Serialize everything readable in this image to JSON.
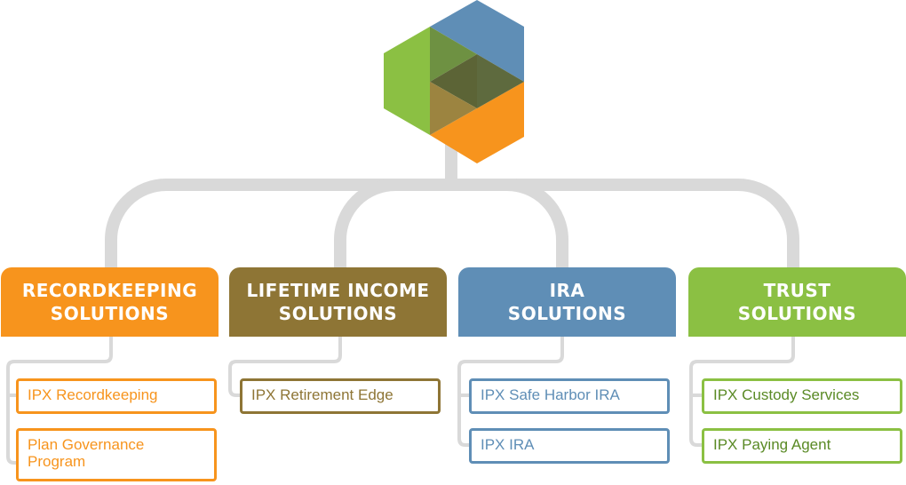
{
  "colors": {
    "orange": "#f7941d",
    "olive": "#8e7535",
    "blue": "#5f8eb6",
    "green": "#8bc043",
    "connector": "#d9d9d9"
  },
  "logo": {
    "icon": "hexagon-cube-logo"
  },
  "categories": [
    {
      "line1": "RECORDKEEPING",
      "line2": "SOLUTIONS",
      "items": [
        "IPX Recordkeeping",
        "Plan Governance Program"
      ]
    },
    {
      "line1": "LIFETIME INCOME",
      "line2": "SOLUTIONS",
      "items": [
        "IPX Retirement Edge"
      ]
    },
    {
      "line1": "IRA",
      "line2": "SOLUTIONS",
      "items": [
        "IPX Safe Harbor IRA",
        "IPX IRA"
      ]
    },
    {
      "line1": "TRUST",
      "line2": "SOLUTIONS",
      "items": [
        "IPX Custody Services",
        "IPX Paying Agent"
      ]
    }
  ]
}
